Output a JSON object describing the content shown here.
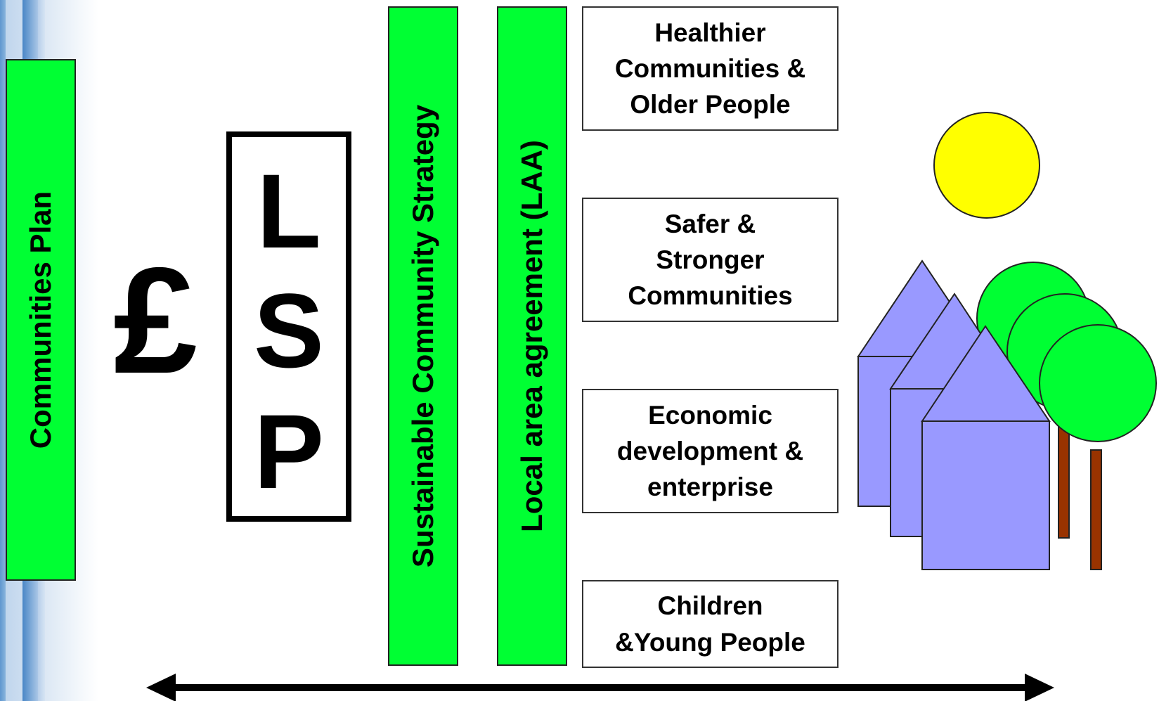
{
  "diagram": {
    "communities_plan": "Communities Plan",
    "currency_symbol": "£",
    "lsp_letters": [
      "L",
      "S",
      "P"
    ],
    "sustainable_strategy": "Sustainable Community Strategy",
    "local_area_agreement": "Local area agreement (LAA)",
    "themes": [
      "Healthier\nCommunities &\nOlder People",
      "Safer &\nStronger\nCommunities",
      "Economic\ndevelopment &\nenterprise",
      "Children\n&Young People"
    ]
  },
  "colors": {
    "bar_green": "#00ff33",
    "house_blue": "#9999ff",
    "tree_green": "#00ff33",
    "trunk_brown": "#993300",
    "sun_yellow": "#ffff00",
    "text": "#000000"
  },
  "icons": [
    "pound-sign-icon",
    "sun-icon",
    "house-icon",
    "tree-icon",
    "double-arrow-icon"
  ]
}
